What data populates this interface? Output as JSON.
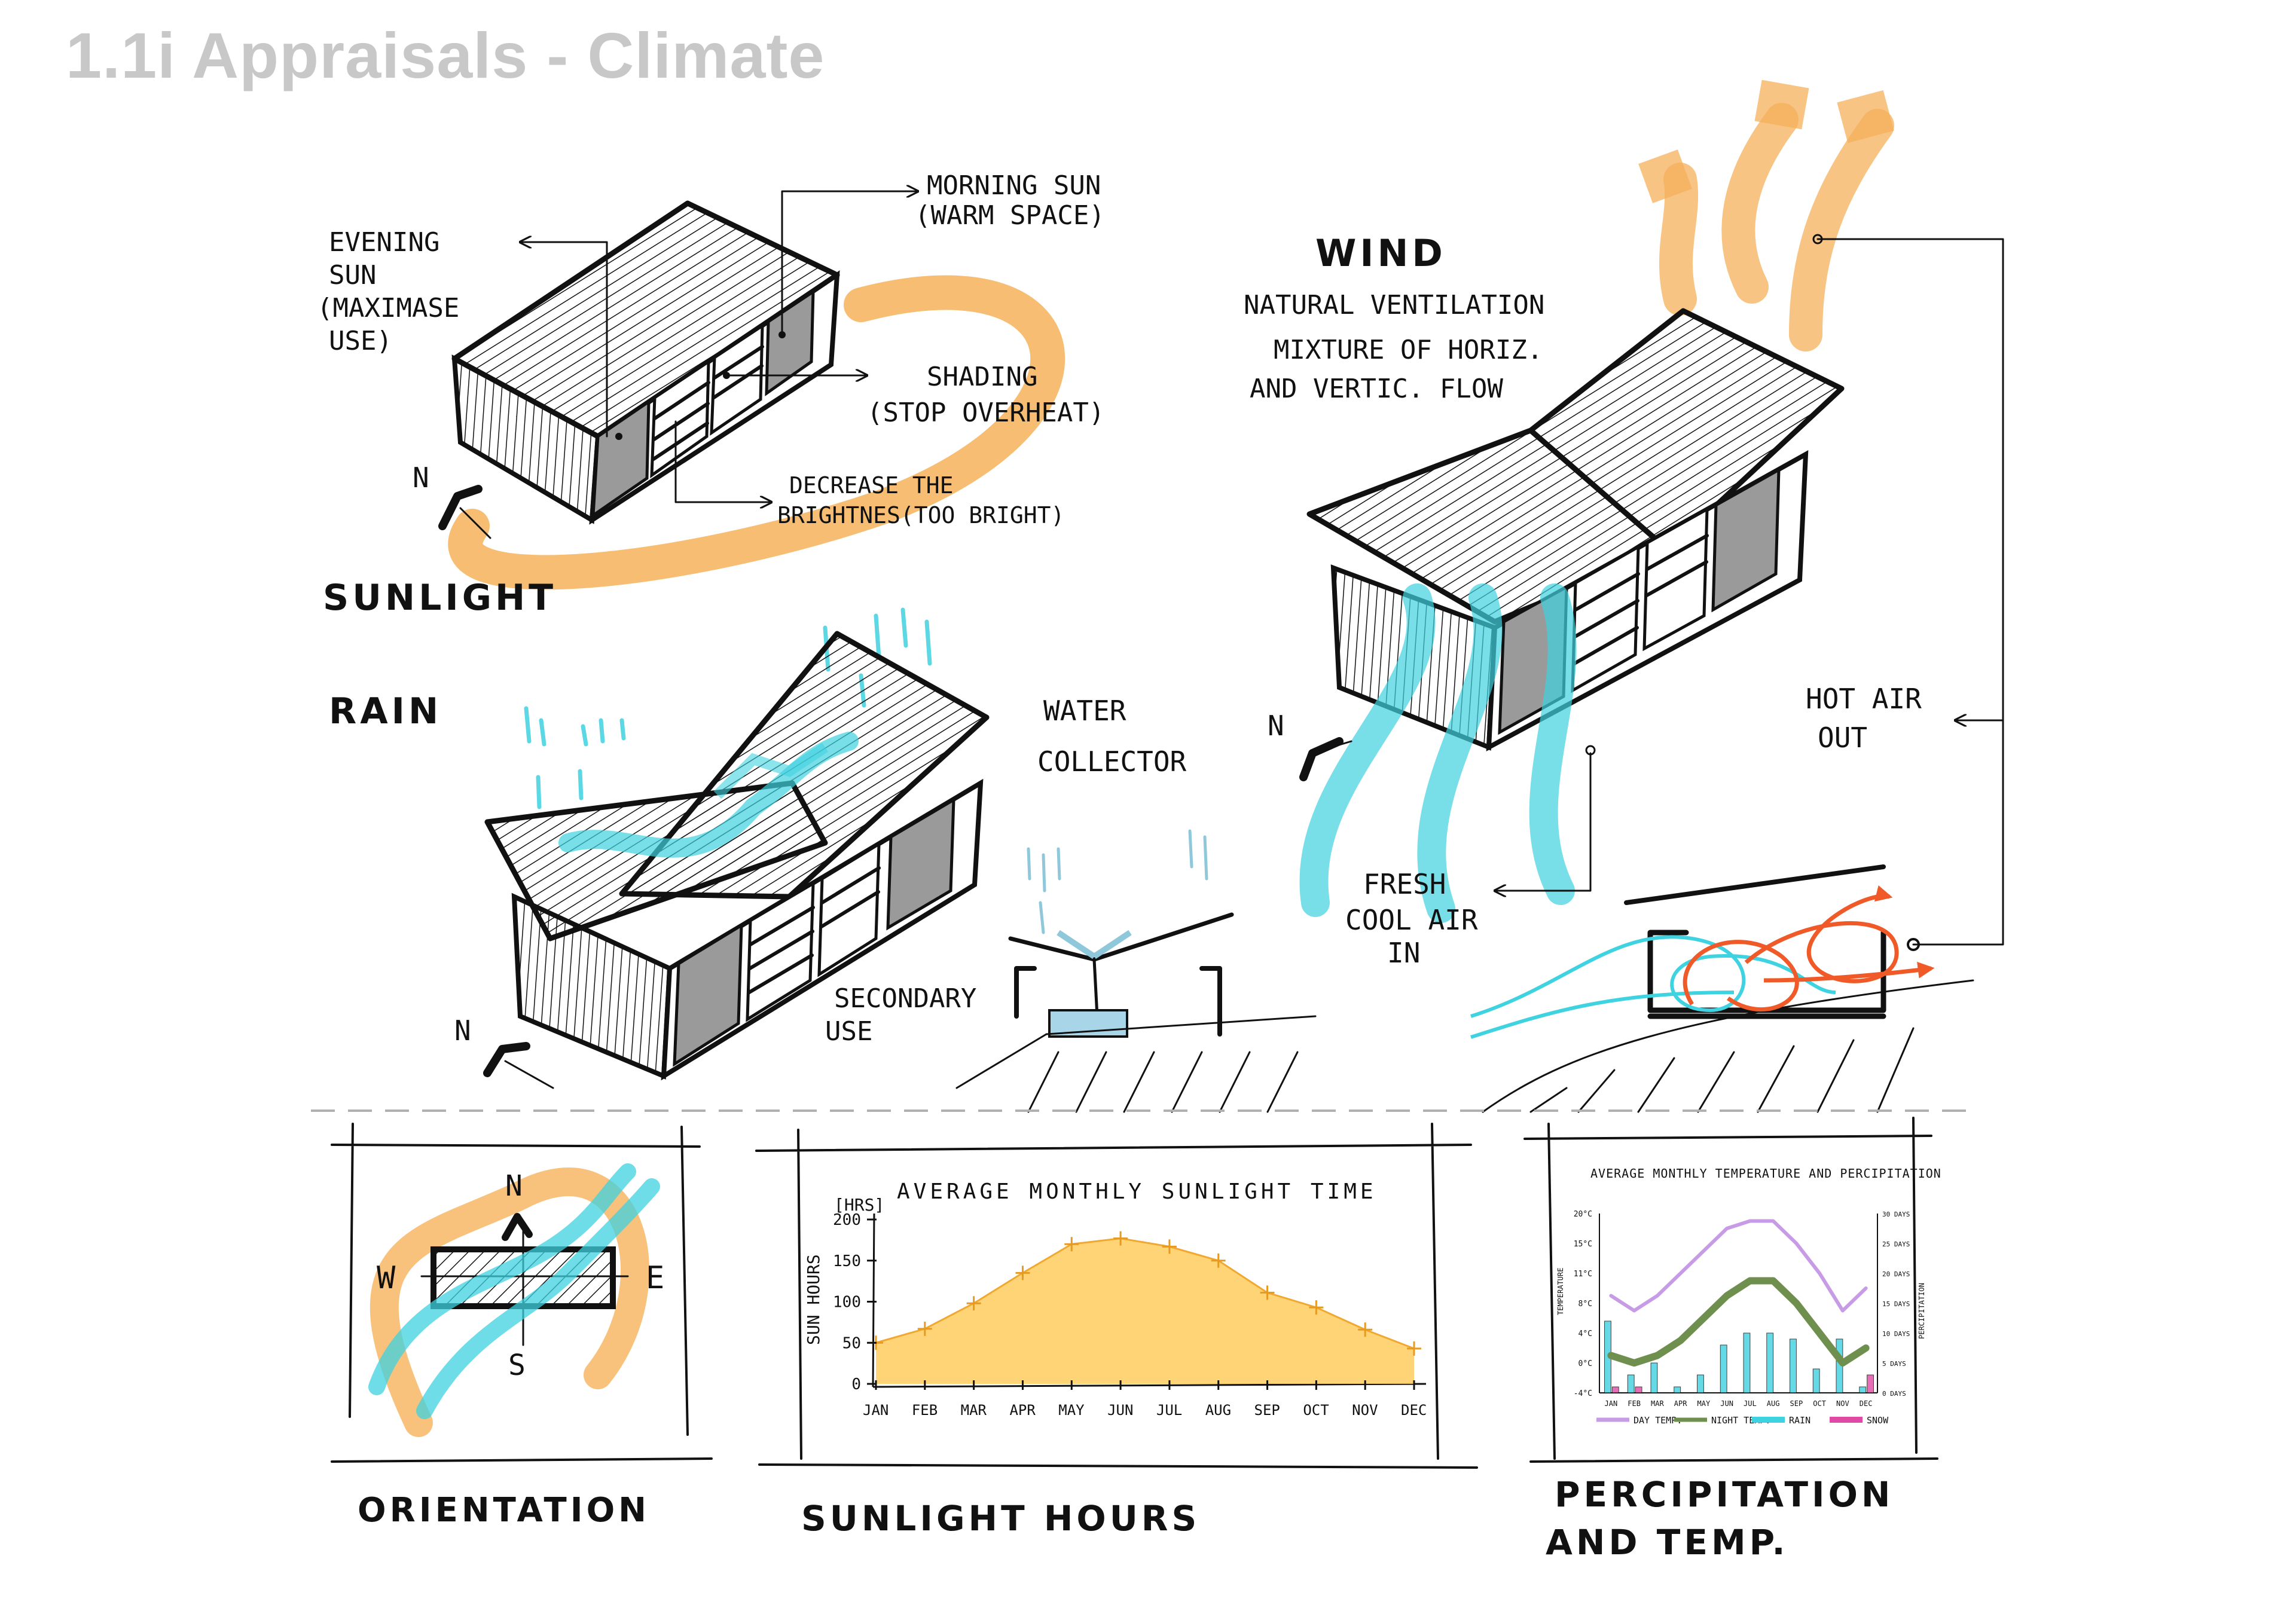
{
  "page": {
    "title": "1.1i Appraisals - Climate",
    "colors": {
      "sun": "#f6b15b",
      "water": "#3fd2e0",
      "hot_air": "#f05a28",
      "ink": "#111111",
      "panel": "#9a9a9a",
      "day_temp": "#c79be6",
      "night_temp": "#6f8f4e",
      "snow": "#e04aa5"
    }
  },
  "sunlight": {
    "heading": "SUNLIGHT",
    "north": "N",
    "notes": {
      "evening": [
        "EVENING",
        "SUN",
        "(MAXIMASE",
        "USE)"
      ],
      "morning": [
        "MORNING SUN",
        "(WARM SPACE)"
      ],
      "shading": [
        "SHADING",
        "(STOP OVERHEAT)"
      ],
      "brightness": [
        "DECREASE THE",
        "BRIGHTNES(TOO BRIGHT)"
      ]
    }
  },
  "rain": {
    "heading": "RAIN",
    "north": "N",
    "notes": {
      "collector": [
        "WATER",
        "COLLECTOR"
      ],
      "secondary": [
        "SECONDARY",
        "USE"
      ]
    }
  },
  "wind": {
    "heading": "WIND",
    "north": "N",
    "notes": {
      "ventilation": [
        "NATURAL VENTILATION",
        "MIXTURE OF HORIZ.",
        "AND VERTIC. FLOW"
      ],
      "hot_air": [
        "HOT AIR",
        "OUT"
      ],
      "fresh": [
        "FRESH",
        "COOL AIR",
        "IN"
      ]
    }
  },
  "orientation": {
    "caption": "ORIENTATION",
    "compass": {
      "n": "N",
      "s": "S",
      "e": "E",
      "w": "W"
    }
  },
  "sunlight_hours": {
    "caption": "SUNLIGHT HOURS",
    "chart_data": {
      "type": "area",
      "title": "AVERAGE MONTHLY SUNLIGHT TIME",
      "ylabel": "SUN HOURS",
      "yunit": "[HRS]",
      "categories": [
        "JAN",
        "FEB",
        "MAR",
        "APR",
        "MAY",
        "JUN",
        "JUL",
        "AUG",
        "SEP",
        "OCT",
        "NOV",
        "DEC"
      ],
      "values": [
        50,
        67,
        98,
        135,
        170,
        177,
        167,
        150,
        111,
        93,
        66,
        43
      ],
      "ylim": [
        0,
        200
      ],
      "yticks": [
        0,
        50,
        100,
        150,
        200
      ],
      "color": "#ffcf68"
    }
  },
  "precipitation": {
    "caption": [
      "PERCIPITATION",
      "AND TEMP."
    ],
    "chart_data": {
      "type": "bar",
      "title": "AVERAGE MONTHLY TEMPERATURE AND PERCIPITATION",
      "ylabel": "TEMPERATURE",
      "y2label": "PERCIPITATION",
      "categories": [
        "JAN",
        "FEB",
        "MAR",
        "APR",
        "MAY",
        "JUN",
        "JUL",
        "AUG",
        "SEP",
        "OCT",
        "NOV",
        "DEC"
      ],
      "yticks": [
        "20°C",
        "15°C",
        "11°C",
        "8°C",
        "4°C",
        "0°C",
        "-4°C"
      ],
      "y2ticks": [
        "30 DAYS",
        "25 DAYS",
        "20 DAYS",
        "15 DAYS",
        "10 DAYS",
        "5 DAYS",
        "0 DAYS"
      ],
      "ylim": [
        -4,
        20
      ],
      "y2lim": [
        0,
        30
      ],
      "series": [
        {
          "name": "DAY TEMP.",
          "kind": "line",
          "color": "#c79be6",
          "values": [
            9,
            7,
            9,
            12,
            15,
            18,
            19,
            19,
            16,
            12,
            7,
            10
          ]
        },
        {
          "name": "NIGHT TEMP.",
          "kind": "line",
          "color": "#6f8f4e",
          "values": [
            1,
            0,
            1,
            3,
            6,
            9,
            11,
            11,
            8,
            4,
            0,
            2
          ]
        },
        {
          "name": "RAIN",
          "kind": "bar",
          "color": "#3fd2e0",
          "values": [
            12,
            3,
            5,
            1,
            3,
            8,
            10,
            10,
            9,
            4,
            9,
            1
          ]
        },
        {
          "name": "SNOW",
          "kind": "bar",
          "color": "#e04aa5",
          "values": [
            1,
            1,
            0,
            0,
            0,
            0,
            0,
            0,
            0,
            0,
            0,
            3
          ]
        }
      ]
    }
  }
}
